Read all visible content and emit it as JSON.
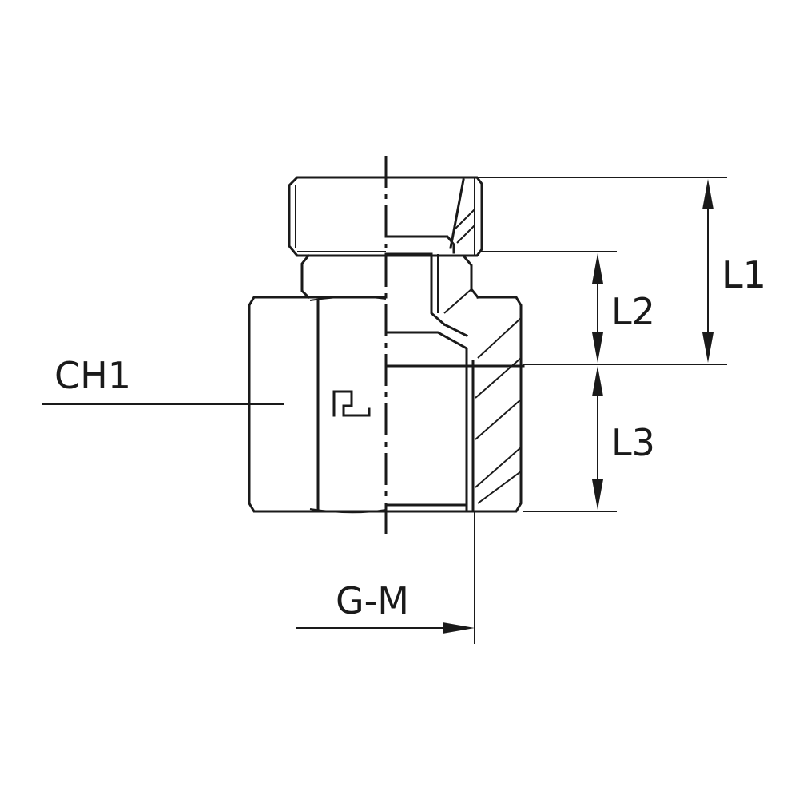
{
  "labels": {
    "ch1": "CH1",
    "l1": "L1",
    "l2": "L2",
    "l3": "L3",
    "gm": "G-M"
  },
  "colors": {
    "line": "#1a1a1a",
    "background": "#ffffff"
  }
}
